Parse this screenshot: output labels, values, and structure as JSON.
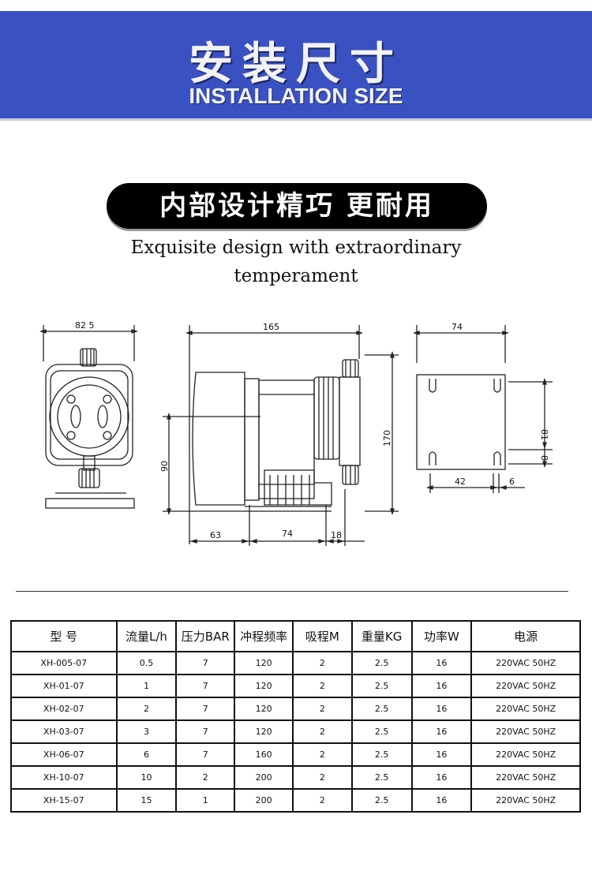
{
  "banner": {
    "title": "安装尺寸",
    "subtitle": "INSTALLATION SIZE"
  },
  "pill": {
    "text": "内部设计精巧 更耐用"
  },
  "tagline": {
    "line1": "Exquisite design with extraordinary",
    "line2": "temperament"
  },
  "drawing": {
    "dims": {
      "w825": "82 5",
      "w165": "165",
      "h90": "90",
      "h170": "170",
      "w63": "63",
      "w74b": "74",
      "w18": "18",
      "w74": "74",
      "h81": "81",
      "h8": "8",
      "w42": "42",
      "w6": "6"
    }
  },
  "table": {
    "headers": [
      "型 号",
      "流量L/h",
      "压力BAR",
      "冲程频率",
      "吸程M",
      "重量KG",
      "功率W",
      "电源"
    ],
    "rows": [
      [
        "XH-005-07",
        "0.5",
        "7",
        "120",
        "2",
        "2.5",
        "16",
        "220VAC 50HZ"
      ],
      [
        "XH-01-07",
        "1",
        "7",
        "120",
        "2",
        "2.5",
        "16",
        "220VAC 50HZ"
      ],
      [
        "XH-02-07",
        "2",
        "7",
        "120",
        "2",
        "2.5",
        "16",
        "220VAC 50HZ"
      ],
      [
        "XH-03-07",
        "3",
        "7",
        "120",
        "2",
        "2.5",
        "16",
        "220VAC 50HZ"
      ],
      [
        "XH-06-07",
        "6",
        "7",
        "160",
        "2",
        "2.5",
        "16",
        "220VAC 50HZ"
      ],
      [
        "XH-10-07",
        "10",
        "2",
        "200",
        "2",
        "2.5",
        "16",
        "220VAC 50HZ"
      ],
      [
        "XH-15-07",
        "15",
        "1",
        "200",
        "2",
        "2.5",
        "16",
        "220VAC 50HZ"
      ]
    ]
  }
}
